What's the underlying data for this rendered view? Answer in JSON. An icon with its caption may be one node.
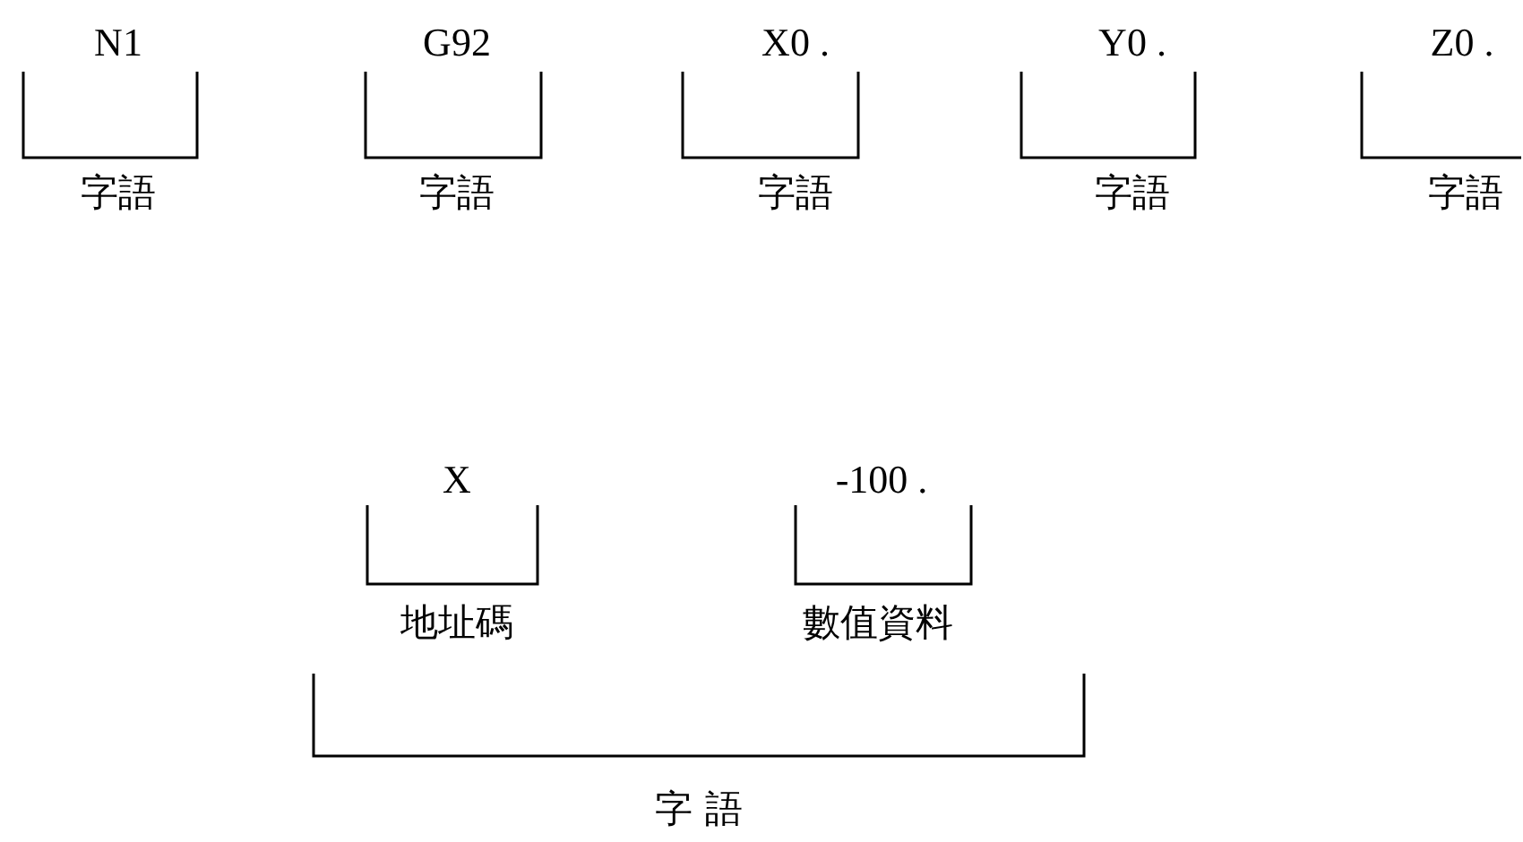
{
  "diagram": {
    "labels": [
      "N1",
      "G92",
      "X0 .",
      "Y0 .",
      "Z0 .",
      "字語",
      "字語",
      "字語",
      "字語",
      "字語",
      "X",
      "-100 .",
      "地址碼",
      "數值資料",
      "字 語"
    ]
  }
}
